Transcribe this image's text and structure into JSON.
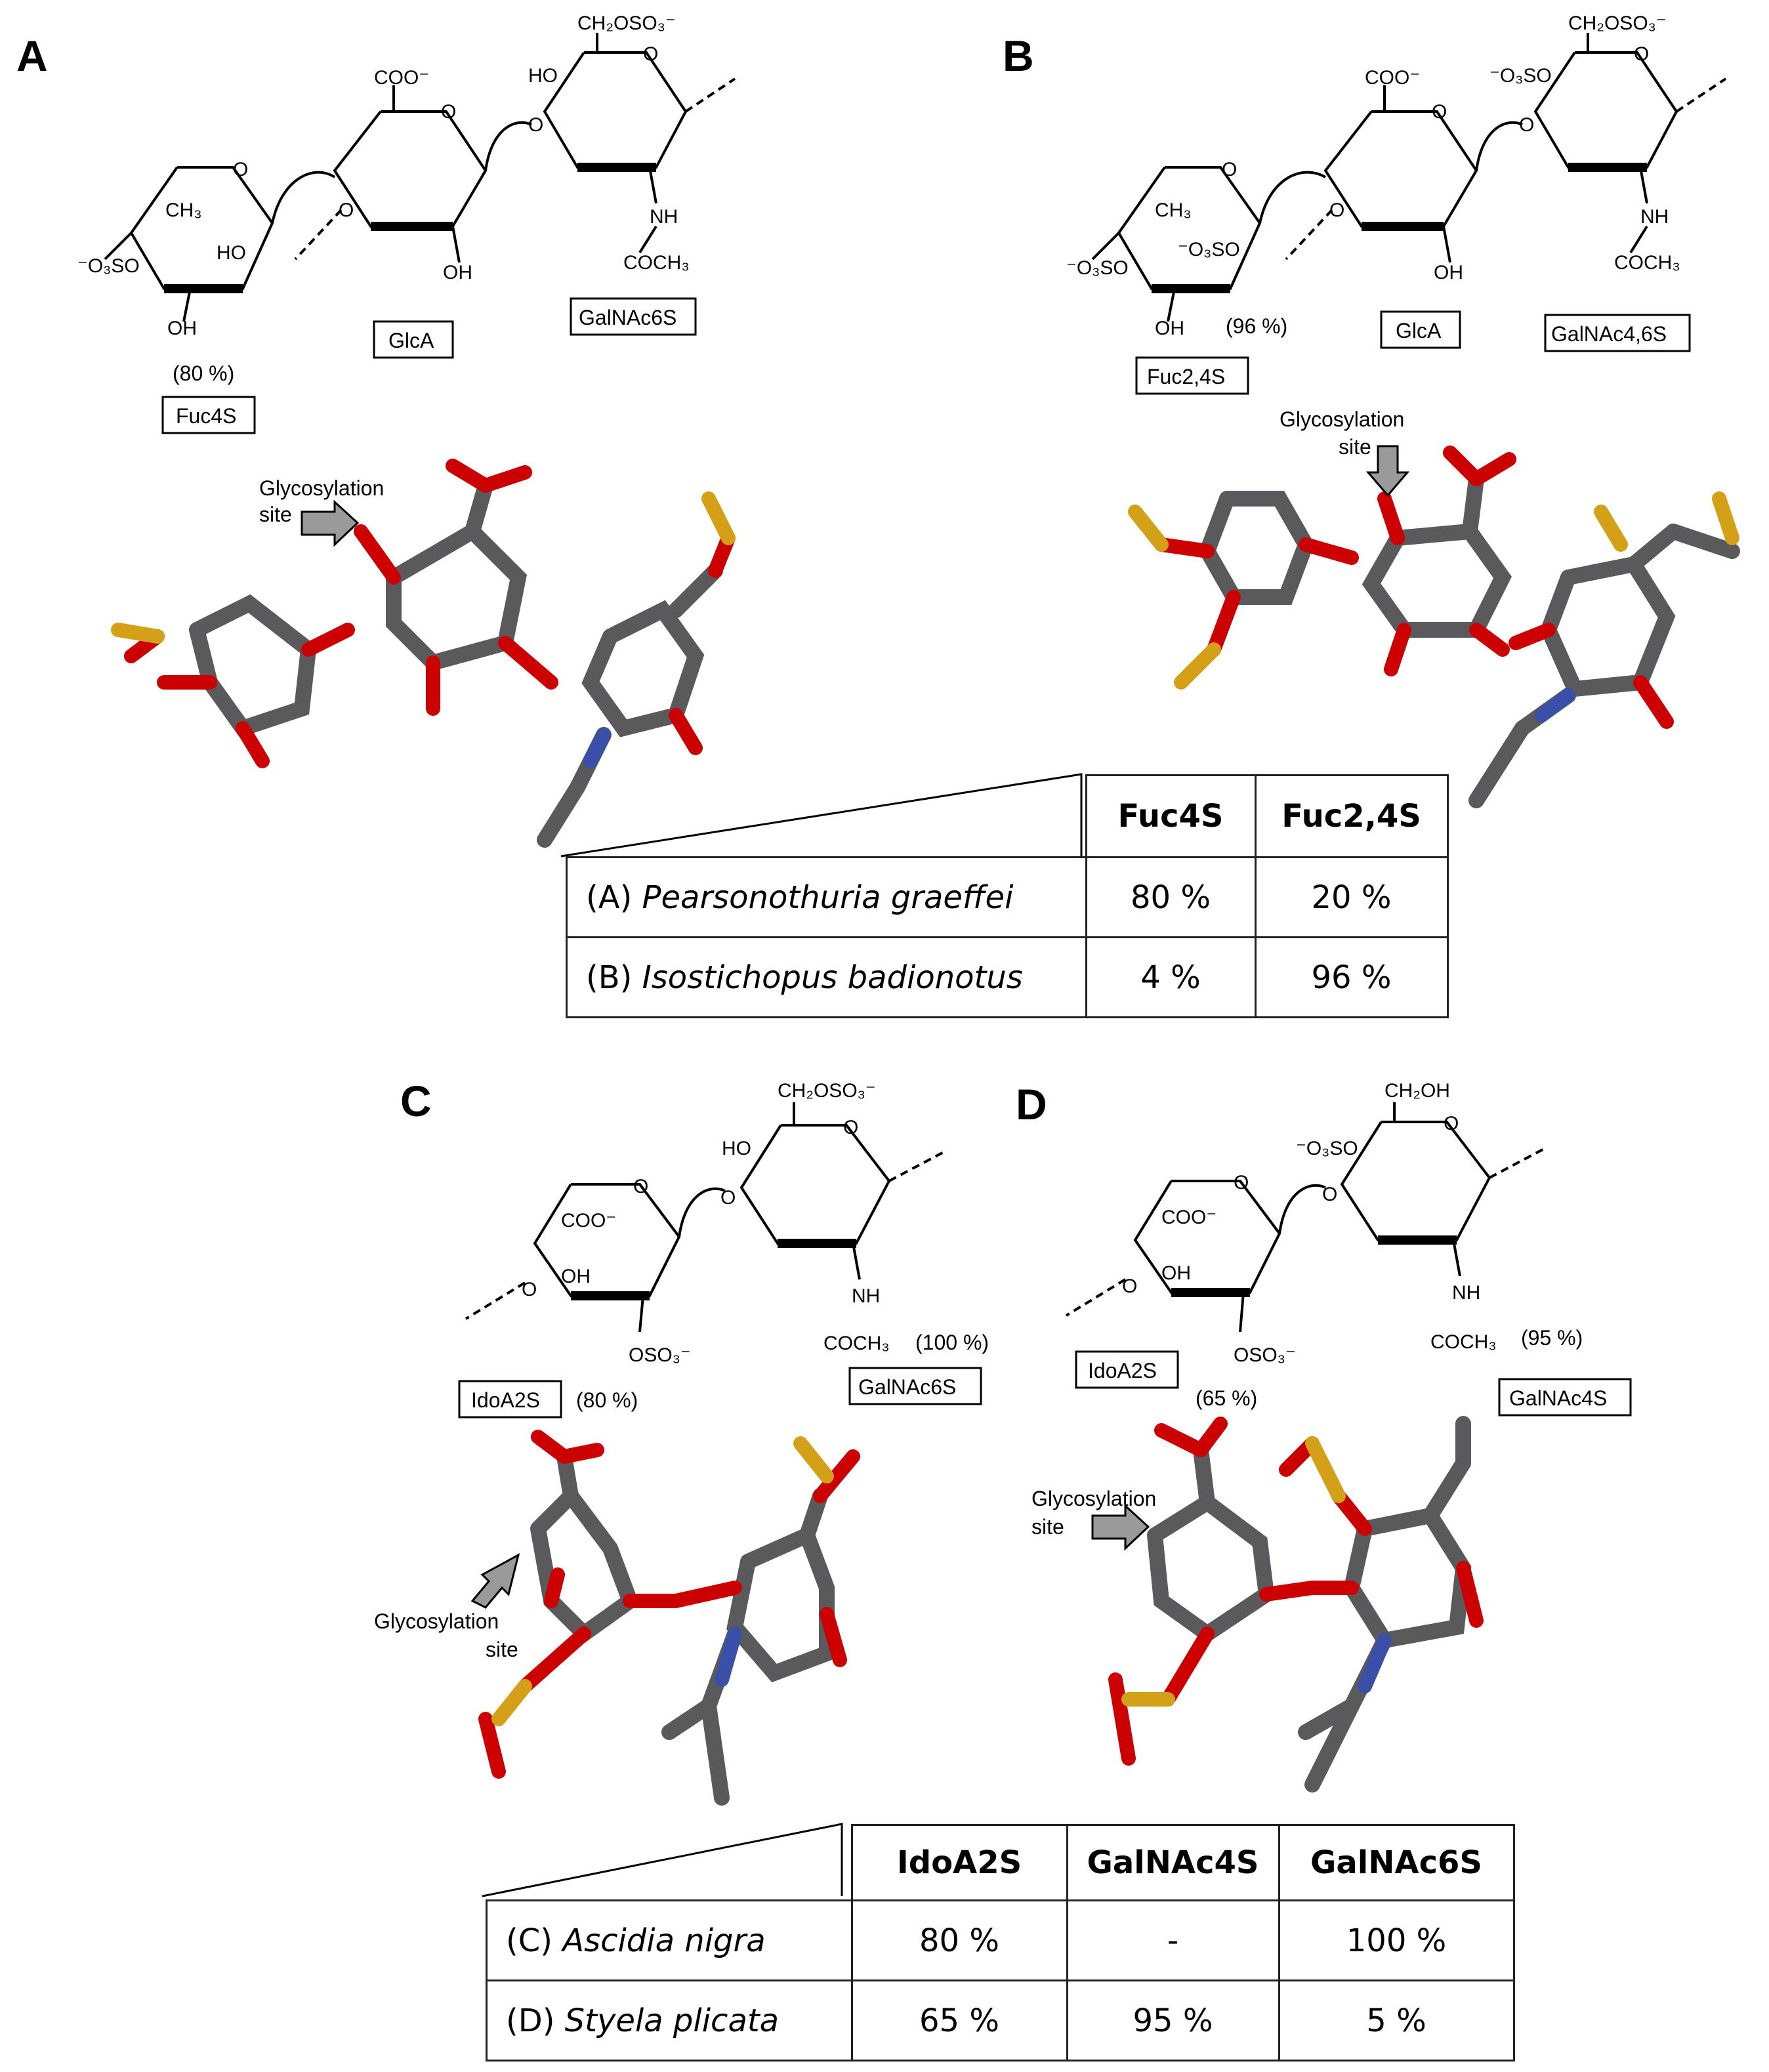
{
  "panels": {
    "A": {
      "letter": "A",
      "residues": [
        "Fuc4S",
        "GlcA",
        "GalNAc6S"
      ],
      "percent": "(80 %)",
      "substituents": [
        "⁻O₃SO",
        "OH",
        "HO",
        "CH₃",
        "O",
        "COO⁻",
        "O",
        "O",
        "OH",
        "CH₂OSO₃⁻",
        "HO",
        "O",
        "O",
        "NH",
        "COCH₃"
      ],
      "glyco_label_1": "Glycosylation",
      "glyco_label_2": "site"
    },
    "B": {
      "letter": "B",
      "residues": [
        "Fuc2,4S",
        "GlcA",
        "GalNAc4,6S"
      ],
      "percent": "(96 %)",
      "substituents": [
        "⁻O₃SO",
        "OH",
        "⁻O₃SO",
        "CH₃",
        "O",
        "COO⁻",
        "O",
        "O",
        "OH",
        "CH₂OSO₃⁻",
        "⁻O₃SO",
        "O",
        "O",
        "NH",
        "COCH₃"
      ],
      "glyco_label_1": "Glycosylation",
      "glyco_label_2": "site"
    },
    "C": {
      "letter": "C",
      "residues": [
        "IdoA2S",
        "GalNAc6S"
      ],
      "percent_1": "(80 %)",
      "percent_2": "(100 %)",
      "substituents": [
        "O",
        "COO⁻",
        "OH",
        "OSO₃⁻",
        "O",
        "O",
        "CH₂OSO₃⁻",
        "HO",
        "O",
        "NH",
        "COCH₃"
      ],
      "glyco_label_1": "Glycosylation",
      "glyco_label_2": "site"
    },
    "D": {
      "letter": "D",
      "residues": [
        "IdoA2S",
        "GalNAc4S"
      ],
      "percent_1": "(65 %)",
      "percent_2": "(95 %)",
      "substituents": [
        "O",
        "COO⁻",
        "OH",
        "OSO₃⁻",
        "O",
        "O",
        "CH₂OH",
        "⁻O₃SO",
        "O",
        "NH",
        "COCH₃"
      ],
      "glyco_label_1": "Glycosylation",
      "glyco_label_2": "site"
    }
  },
  "table_top": {
    "headers": [
      "Fuc4S",
      "Fuc2,4S"
    ],
    "rows": [
      {
        "prefix": "(A) ",
        "species": "Pearsonothuria graeffei",
        "values": [
          "80 %",
          "20 %"
        ]
      },
      {
        "prefix": "(B) ",
        "species": "Isostichopus badionotus",
        "values": [
          "4 %",
          "96 %"
        ]
      }
    ]
  },
  "table_bottom": {
    "headers": [
      "IdoA2S",
      "GalNAc4S",
      "GalNAc6S"
    ],
    "rows": [
      {
        "prefix": "(C) ",
        "species": "Ascidia nigra",
        "values": [
          "80 %",
          "-",
          "100 %"
        ]
      },
      {
        "prefix": "(D) ",
        "species": "Styela plicata",
        "values": [
          "65 %",
          "95 %",
          "5 %"
        ]
      }
    ]
  },
  "colors": {
    "carbon": "#5a5a5c",
    "oxygen": "#cc0000",
    "sulfur": "#d4a017",
    "nitrogen": "#3a4fa8",
    "arrow_fill": "#9a9a9a"
  }
}
